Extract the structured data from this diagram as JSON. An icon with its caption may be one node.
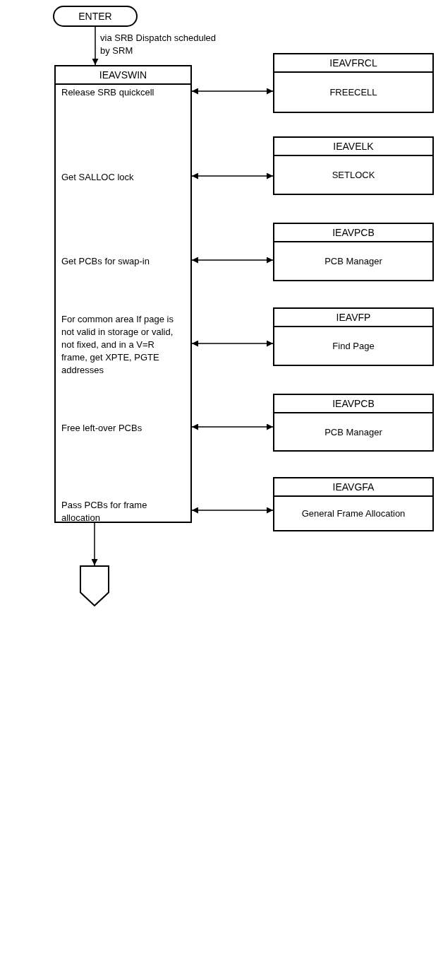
{
  "diagram": {
    "nodes": [
      {
        "text": [
          "ENTER"
        ]
      },
      {
        "text": [
          "IEAVSWIN"
        ]
      },
      {
        "text": [
          "Release SRB quickcell"
        ],
        "in": 1
      },
      {
        "text": [
          "IEAVFRCL",
          "FREECELL"
        ]
      },
      {
        "text": [
          "Get SALLOC lock"
        ],
        "in": 1
      },
      {
        "text": [
          "IEAVELK",
          "SETLOCK"
        ]
      },
      {
        "text": [
          "Get PCBs for swap-in"
        ],
        "in": 1
      },
      {
        "text": [
          "IEAVPCB",
          "PCB Manager"
        ]
      },
      {
        "text": [
          "For common area If page is not valid in storage or valid, not fixed, and in a V=R frame, get XPTE, PGTE addresses"
        ],
        "in": 1
      },
      {
        "text": [
          "IEAVFP",
          "Find Page"
        ]
      },
      {
        "text": [
          "Free left-over PCBs"
        ],
        "in": 1
      },
      {
        "text": [
          "IEAVPCB",
          "PCB Manager"
        ]
      },
      {
        "text": [
          "Pass PCBs for frame allocation"
        ],
        "in": 1
      },
      {
        "text": [
          "IEAVGFA",
          "General Frame Allocation"
        ]
      },
      {
        "text": [],
        "shape": "pentagon"
      }
    ],
    "edges": [
      {
        "from": 0,
        "to": 1,
        "arrow": "to",
        "label": "via SRB Dispatch scheduled by SRM"
      },
      {
        "from": 2,
        "to": 3,
        "arrow": "both"
      },
      {
        "from": 4,
        "to": 5,
        "arrow": "both"
      },
      {
        "from": 6,
        "to": 7,
        "arrow": "both"
      },
      {
        "from": 8,
        "to": 9,
        "arrow": "both"
      },
      {
        "from": 10,
        "to": 11,
        "arrow": "both"
      },
      {
        "from": 12,
        "to": 13,
        "arrow": "both"
      },
      {
        "from": 1,
        "to": 14,
        "arrow": "to"
      }
    ]
  }
}
